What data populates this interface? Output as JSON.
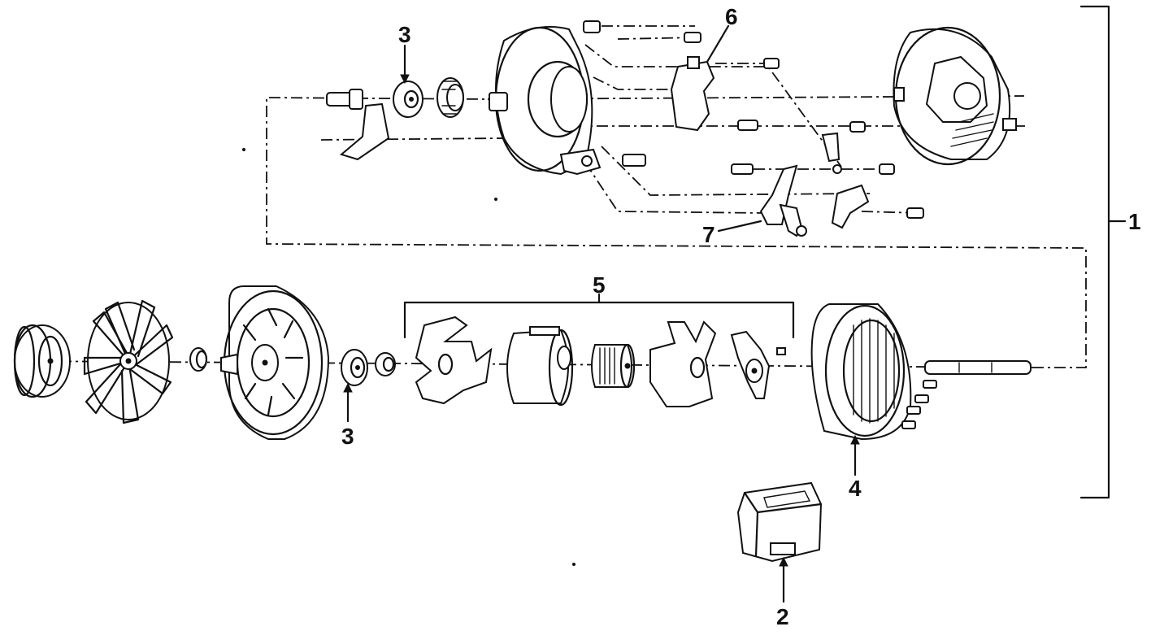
{
  "callouts": {
    "c1": "1",
    "c2": "2",
    "c3_top": "3",
    "c3_bottom": "3",
    "c4": "4",
    "c5": "5",
    "c6": "6",
    "c7": "7"
  },
  "parts": [
    {
      "name": "pulley"
    },
    {
      "name": "fan"
    },
    {
      "name": "drive-end-frame"
    },
    {
      "name": "bearing"
    },
    {
      "name": "rotor-assembly"
    },
    {
      "name": "stator"
    },
    {
      "name": "slip-ring-end-frame"
    },
    {
      "name": "rectifier-bridge"
    },
    {
      "name": "brush-holder"
    },
    {
      "name": "voltage-regulator"
    }
  ]
}
